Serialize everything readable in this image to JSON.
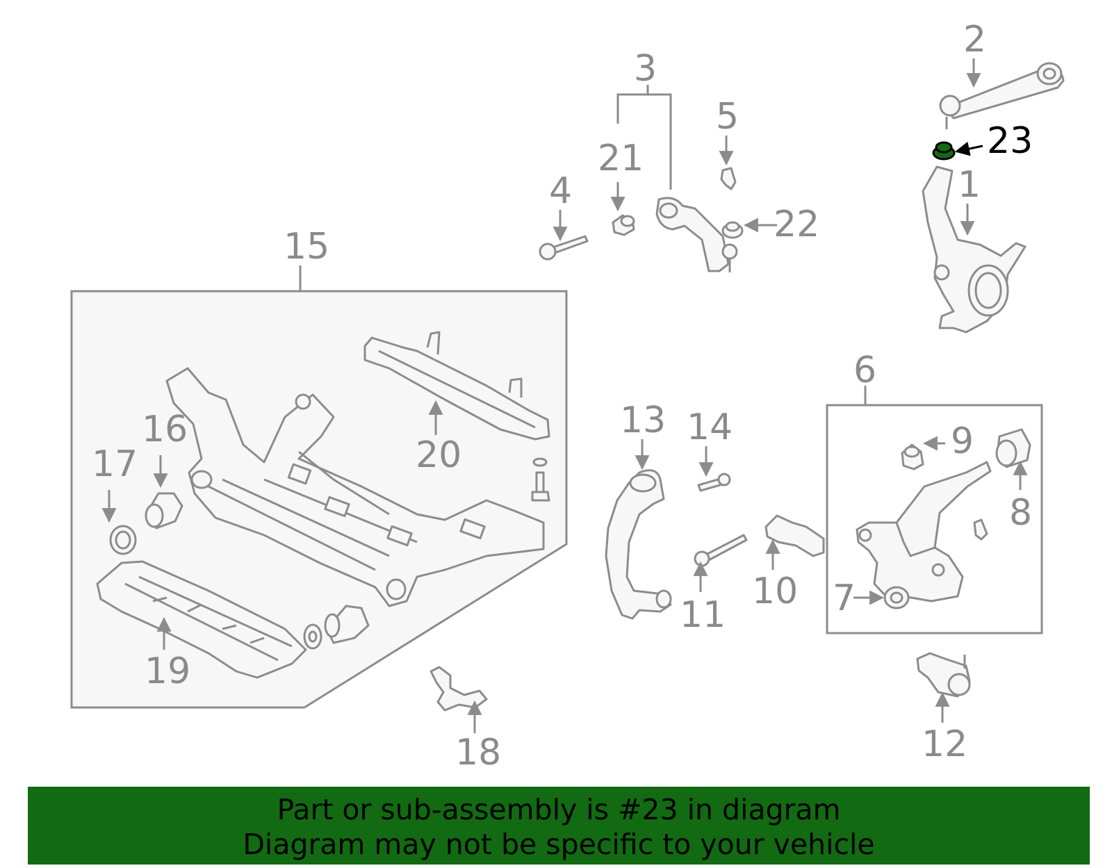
{
  "highlight": {
    "part_number": "23",
    "color": "#000000",
    "part_color": "#126b12"
  },
  "callouts": [
    "1",
    "2",
    "3",
    "4",
    "5",
    "6",
    "7",
    "8",
    "9",
    "10",
    "11",
    "12",
    "13",
    "14",
    "15",
    "16",
    "17",
    "18",
    "19",
    "20",
    "21",
    "22",
    "23"
  ],
  "banner": {
    "line1": "Part or sub-assembly is #23 in diagram",
    "line2": "Diagram may not be specific to your vehicle",
    "background": "#126b12"
  },
  "colors": {
    "line": "#8c8c8c",
    "label": "#8a8a8a",
    "fill": "#f7f7f7"
  }
}
